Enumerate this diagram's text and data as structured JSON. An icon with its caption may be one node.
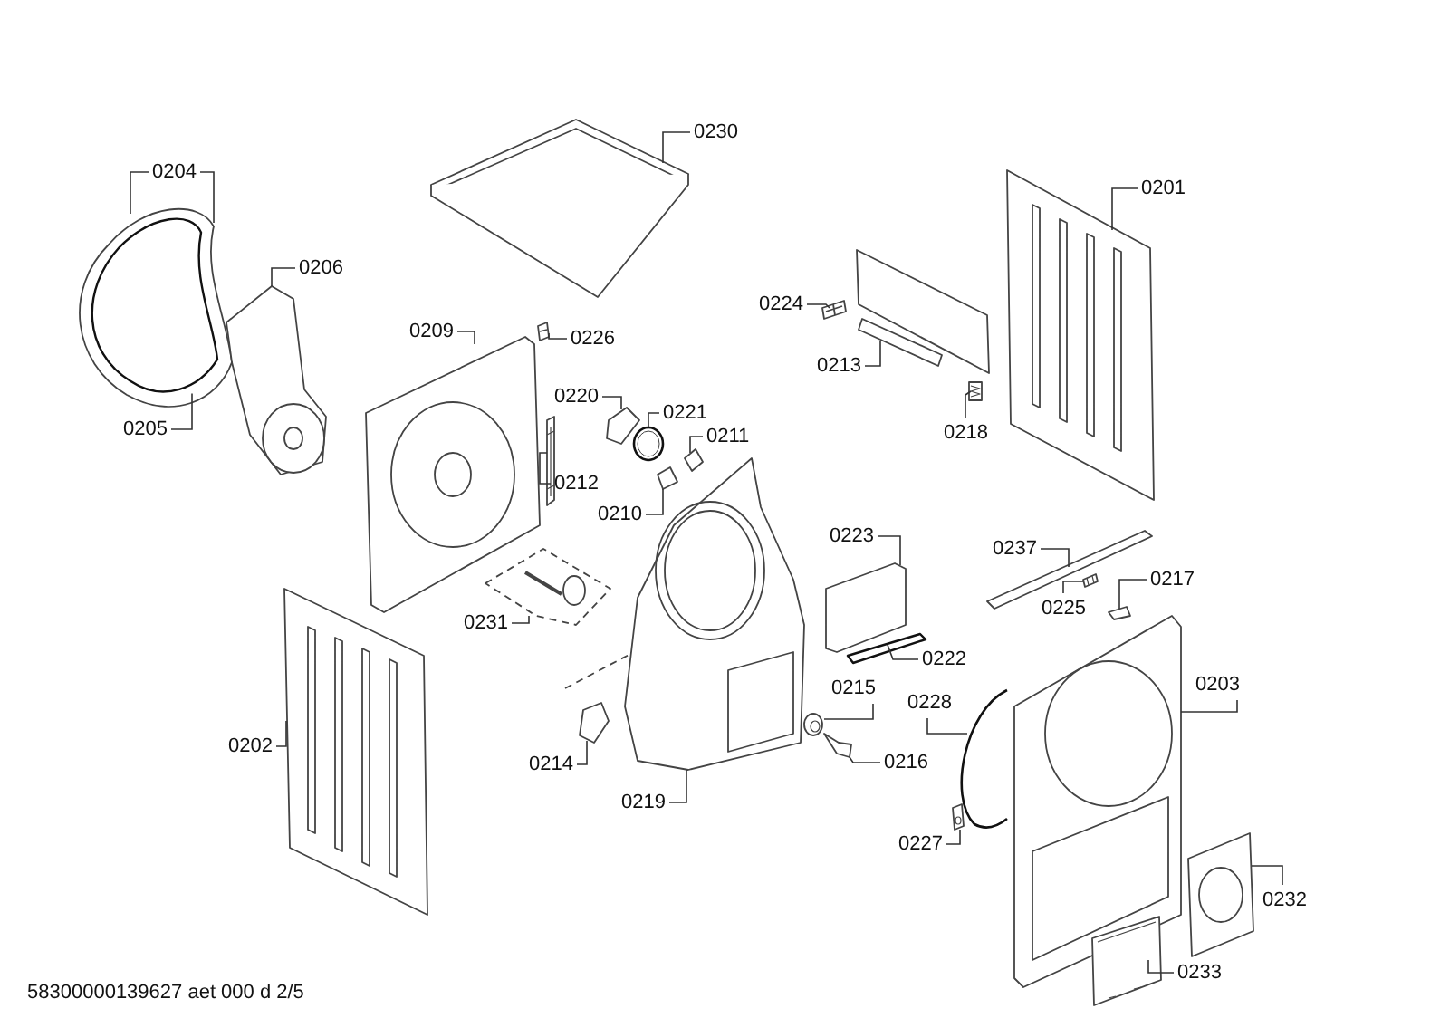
{
  "diagram": {
    "nodes": [
      {
        "text": [
          "0230"
        ]
      },
      {
        "text": [
          "0204"
        ]
      },
      {
        "text": [
          "0201"
        ]
      },
      {
        "text": [
          "0206"
        ]
      },
      {
        "text": [
          "0224"
        ]
      },
      {
        "text": [
          "0209"
        ]
      },
      {
        "text": [
          "0226"
        ]
      },
      {
        "text": [
          "0213"
        ]
      },
      {
        "text": [
          "0218"
        ]
      },
      {
        "text": [
          "0220"
        ]
      },
      {
        "text": [
          "0221"
        ]
      },
      {
        "text": [
          "0211"
        ]
      },
      {
        "text": [
          "0205"
        ]
      },
      {
        "text": [
          "0212"
        ]
      },
      {
        "text": [
          "0210"
        ]
      },
      {
        "text": [
          "0223"
        ]
      },
      {
        "text": [
          "0237"
        ]
      },
      {
        "text": [
          "0225"
        ]
      },
      {
        "text": [
          "0217"
        ]
      },
      {
        "text": [
          "0231"
        ]
      },
      {
        "text": [
          "0222"
        ]
      },
      {
        "text": [
          "0202"
        ]
      },
      {
        "text": [
          "0215"
        ]
      },
      {
        "text": [
          "0228"
        ]
      },
      {
        "text": [
          "0203"
        ]
      },
      {
        "text": [
          "0214"
        ]
      },
      {
        "text": [
          "0216"
        ]
      },
      {
        "text": [
          "0219"
        ]
      },
      {
        "text": [
          "0227"
        ]
      },
      {
        "text": [
          "0232"
        ]
      },
      {
        "text": [
          "0233"
        ]
      },
      {
        "text": [],
        "shape": "picture"
      },
      {
        "text": [],
        "shape": "picture"
      },
      {
        "text": [],
        "shape": "picture",
        "in": 32
      },
      {
        "text": [],
        "shape": "picture"
      },
      {
        "text": [],
        "shape": "picture"
      },
      {
        "text": [],
        "shape": "picture"
      },
      {
        "text": [],
        "shape": "picture"
      },
      {
        "text": [],
        "shape": "picture"
      },
      {
        "text": [],
        "shape": "picture"
      },
      {
        "text": [],
        "shape": "picture"
      },
      {
        "text": [],
        "shape": "picture"
      },
      {
        "text": [],
        "shape": "picture"
      },
      {
        "text": [],
        "shape": "picture"
      },
      {
        "text": [],
        "shape": "picture"
      },
      {
        "text": [],
        "shape": "picture"
      },
      {
        "text": [],
        "shape": "picture"
      },
      {
        "text": [],
        "shape": "picture"
      },
      {
        "text": [],
        "shape": "picture"
      },
      {
        "text": [],
        "shape": "picture"
      },
      {
        "text": [],
        "shape": "picture"
      },
      {
        "text": [],
        "shape": "picture"
      },
      {
        "text": [],
        "shape": "picture"
      },
      {
        "text": [],
        "shape": "picture"
      },
      {
        "text": [],
        "shape": "picture"
      },
      {
        "text": [],
        "shape": "picture"
      },
      {
        "text": [],
        "shape": "picture"
      },
      {
        "text": [],
        "shape": "picture"
      },
      {
        "text": [],
        "shape": "picture"
      },
      {
        "text": [],
        "shape": "picture"
      },
      {
        "text": [],
        "shape": "picture"
      },
      {
        "text": [],
        "shape": "picture"
      }
    ],
    "edges": [
      {
        "from": 0,
        "to": 31,
        "arrow": "none"
      },
      {
        "from": 1,
        "to": 32,
        "arrow": "none"
      },
      {
        "from": 1,
        "to": 33,
        "arrow": "none"
      },
      {
        "from": 2,
        "to": 34,
        "arrow": "none"
      },
      {
        "from": 3,
        "to": 35,
        "arrow": "none"
      },
      {
        "from": 4,
        "to": 36,
        "arrow": "none"
      },
      {
        "from": 5,
        "to": 37,
        "arrow": "none"
      },
      {
        "from": 6,
        "to": 38,
        "arrow": "none"
      },
      {
        "from": 7,
        "to": 39,
        "arrow": "none"
      },
      {
        "from": 8,
        "to": 40,
        "arrow": "none"
      },
      {
        "from": 9,
        "to": 41,
        "arrow": "none"
      },
      {
        "from": 10,
        "to": 42,
        "arrow": "none"
      },
      {
        "from": 11,
        "to": 43,
        "arrow": "none"
      },
      {
        "from": 12,
        "to": 33,
        "arrow": "none"
      },
      {
        "from": 13,
        "to": 44,
        "arrow": "none"
      },
      {
        "from": 14,
        "to": 45,
        "arrow": "none"
      },
      {
        "from": 15,
        "to": 46,
        "arrow": "none"
      },
      {
        "from": 16,
        "to": 47,
        "arrow": "none"
      },
      {
        "from": 17,
        "to": 48,
        "arrow": "none"
      },
      {
        "from": 18,
        "to": 49,
        "arrow": "none"
      },
      {
        "from": 19,
        "to": 50,
        "arrow": "none"
      },
      {
        "from": 20,
        "to": 51,
        "arrow": "none"
      },
      {
        "from": 21,
        "to": 52,
        "arrow": "none"
      },
      {
        "from": 22,
        "to": 53,
        "arrow": "none"
      },
      {
        "from": 23,
        "to": 54,
        "arrow": "none"
      },
      {
        "from": 24,
        "to": 55,
        "arrow": "none"
      },
      {
        "from": 25,
        "to": 56,
        "arrow": "none"
      },
      {
        "from": 26,
        "to": 57,
        "arrow": "none"
      },
      {
        "from": 27,
        "to": 58,
        "arrow": "none"
      },
      {
        "from": 28,
        "to": 59,
        "arrow": "none"
      },
      {
        "from": 29,
        "to": 60,
        "arrow": "none"
      },
      {
        "from": 30,
        "to": 61,
        "arrow": "none"
      }
    ],
    "labels": [
      "58300000139627 aet 000 d 2/5"
    ]
  }
}
